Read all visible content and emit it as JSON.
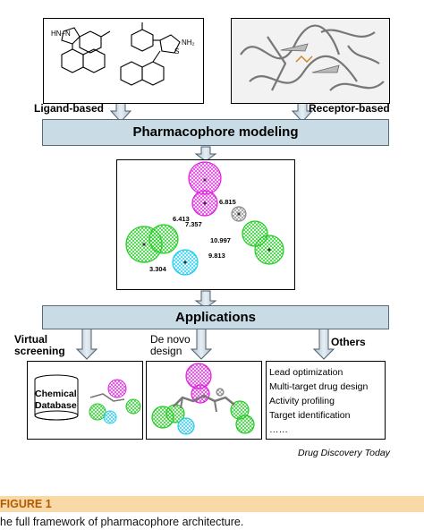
{
  "inputs": {
    "ligand_label": "Ligand-based",
    "receptor_label": "Receptor-based",
    "ligand_structure_labels": {
      "nh": "HN–N",
      "n": "N",
      "s": "S",
      "nh2": "NH₂"
    }
  },
  "pharmacophore_modeling": {
    "label": "Pharmacophore modeling"
  },
  "pharmacophore_model": {
    "distances": [
      "6.815",
      "6.413",
      "7.357",
      "10.997",
      "9.813",
      "3.304"
    ],
    "feature_colors": {
      "magenta": "#e020e0",
      "green": "#22cc22",
      "cyan": "#22ccee",
      "grey": "#8a8a8a"
    }
  },
  "applications": {
    "label": "Applications",
    "branches": {
      "virtual_screening": "Virtual screening",
      "de_novo_design": "De novo design",
      "others": "Others"
    },
    "chemical_database": "Chemical Database",
    "others_items": [
      "Lead optimization",
      "Multi-target drug design",
      "Activity profiling",
      "Target identification",
      "……"
    ]
  },
  "credit": "Drug Discovery Today",
  "figure": {
    "title": "FIGURE 1",
    "caption": "he full framework of pharmacophore architecture."
  },
  "colors": {
    "banner_fill": "#c9dce6",
    "arrow_fill": "#cdd9e3",
    "figure_strip": "#f9d9a8",
    "figure_title": "#b35a00"
  }
}
